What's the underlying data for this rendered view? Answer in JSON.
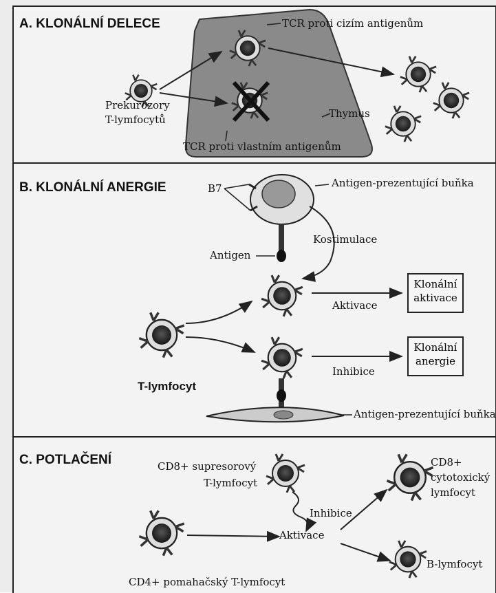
{
  "sections": {
    "a": {
      "title": "A. KLONÁLNÍ DELECE",
      "tcr_foreign": "TCR proti cizím antigenům",
      "precursors_line1": "Prekurozory",
      "precursors_line2": "T-lymfocytů",
      "thymus": "Thymus",
      "tcr_self": "TCR proti vlastním antigenům"
    },
    "b": {
      "title": "B. KLONÁLNÍ ANERGIE",
      "b7": "B7",
      "apc_top": "Antigen-prezentující buňka",
      "costimulation": "Kostimulace",
      "antigen": "Antigen",
      "activation": "Aktivace",
      "clonal_activation_line1": "Klonální",
      "clonal_activation_line2": "aktivace",
      "inhibition": "Inhibice",
      "clonal_anergy_line1": "Klonální",
      "clonal_anergy_line2": "anergie",
      "t_lymphocyte": "T-lymfocyt",
      "apc_bottom": "Antigen-prezentující buňka"
    },
    "c": {
      "title": "C. POTLAČENÍ",
      "cd8_supp_line1": "CD8+ supresorový",
      "cd8_supp_line2": "T-lymfocyt",
      "inhibition": "Inhibice",
      "activation": "Aktivace",
      "cd8_cyto_line1": "CD8+",
      "cd8_cyto_line2": "cytotoxický",
      "cd8_cyto_line3": "lymfocyt",
      "b_lymphocyte": "B-lymfocyt",
      "cd4_helper": "CD4+ pomahačský T-lymfocyt"
    }
  }
}
